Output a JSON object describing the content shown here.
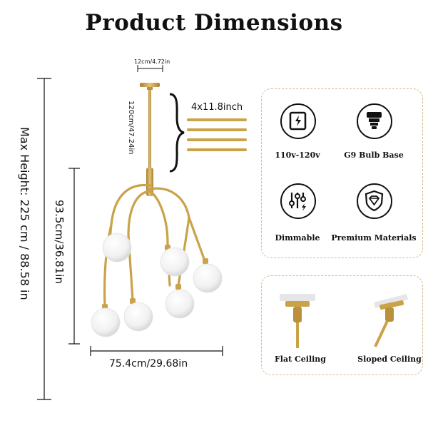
{
  "title": "Product Dimensions",
  "dimensions": {
    "canopy": "12cm/4.72in",
    "rod_length": "120cm/47.24in",
    "rods": "4x11.8inch",
    "max_height": "Max Height: 225 cm / 88.58 in",
    "body_height": "93.5cm/36.81in",
    "width": "75.4cm/29.68in"
  },
  "features": [
    {
      "label": "110v-120v",
      "icon": "power-outlet-icon"
    },
    {
      "label": "G9 Bulb Base",
      "icon": "bulb-base-icon"
    },
    {
      "label": "Dimmable",
      "icon": "dimmer-sliders-icon"
    },
    {
      "label": "Premium Materials",
      "icon": "diamond-shield-icon"
    }
  ],
  "ceilings": [
    {
      "label": "Flat Ceiling",
      "icon": "flat-ceiling-mount-icon"
    },
    {
      "label": "Sloped Ceiling",
      "icon": "sloped-ceiling-mount-icon"
    }
  ],
  "colors": {
    "brass": "#c9a24a",
    "globe": "#f3f3f3",
    "panel_border": "#d6b98a"
  }
}
